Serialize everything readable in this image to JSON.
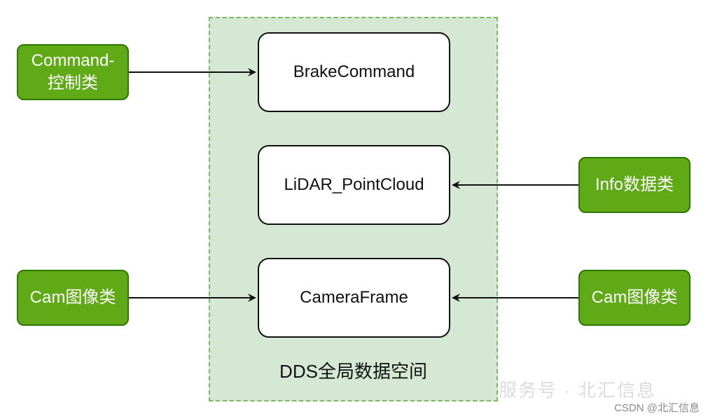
{
  "space": {
    "label": "DDS全局数据空间"
  },
  "topics": {
    "brake": "BrakeCommand",
    "lidar": "LiDAR_PointCloud",
    "camera": "CameraFrame"
  },
  "sources": {
    "command": {
      "line1": "Command-",
      "line2": "控制类"
    },
    "info": {
      "label": "Info数据类"
    },
    "cam_left": {
      "label": "Cam图像类"
    },
    "cam_right": {
      "label": "Cam图像类"
    }
  },
  "watermark": {
    "csdn": "CSDN @北汇信息",
    "faded": "服务号 · 北汇信息"
  },
  "colors": {
    "space_fill": "#d5e8d4",
    "space_border": "#82b366",
    "source_fill": "#60a917",
    "source_border": "#2d7600"
  }
}
